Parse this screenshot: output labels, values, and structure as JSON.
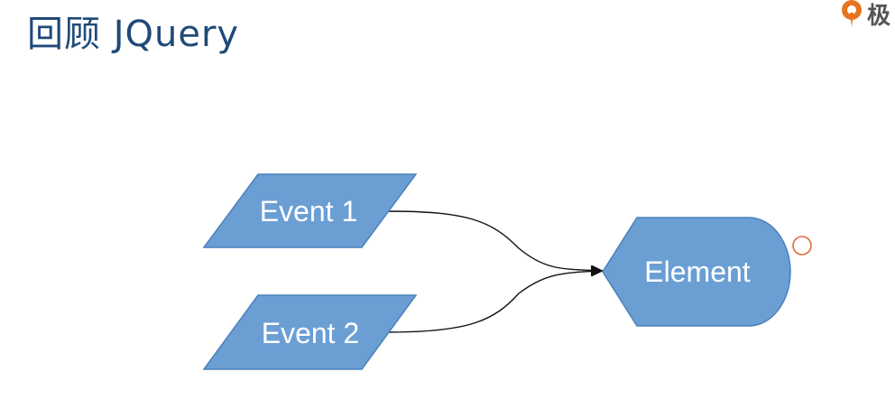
{
  "slide": {
    "title": "回顾 JQuery",
    "logo_text": "极"
  },
  "diagram": {
    "nodes": [
      {
        "id": "event-1",
        "label": "Event 1",
        "shape": "parallelogram"
      },
      {
        "id": "event-2",
        "label": "Event 2",
        "shape": "parallelogram"
      },
      {
        "id": "element",
        "label": "Element",
        "shape": "display"
      }
    ],
    "edges": [
      {
        "from": "event-1",
        "to": "element"
      },
      {
        "from": "event-2",
        "to": "element"
      }
    ]
  },
  "colors": {
    "title": "#1f4a78",
    "node_fill": "#6b9fd4",
    "node_stroke": "#4a80bb",
    "node_text": "#ffffff",
    "edge": "#111111",
    "connector_ring": "#e06a3a",
    "logo": "#e8741e"
  }
}
